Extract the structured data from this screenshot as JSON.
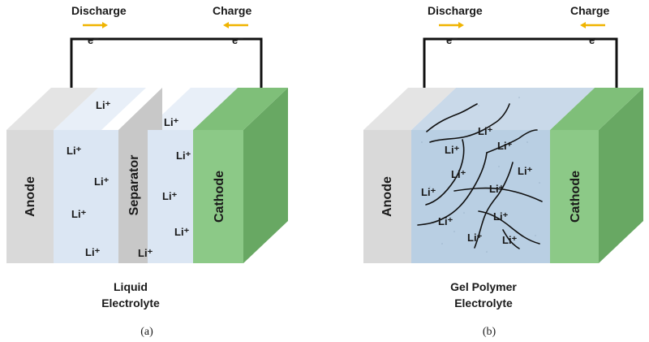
{
  "panel_a": {
    "discharge_label": "Discharge",
    "charge_label": "Charge",
    "electron_left": "e⁻",
    "electron_right": "e⁻",
    "anode_label": "Anode",
    "separator_label": "Separator",
    "cathode_label": "Cathode",
    "ion_label": "Li⁺",
    "electrolyte_line1": "Liquid",
    "electrolyte_line2": "Electrolyte",
    "caption": "(a)"
  },
  "panel_b": {
    "discharge_label": "Discharge",
    "charge_label": "Charge",
    "electron_left": "e⁻",
    "electron_right": "e⁻",
    "anode_label": "Anode",
    "cathode_label": "Cathode",
    "ion_label": "Li⁺",
    "electrolyte_line1": "Gel Polymer",
    "electrolyte_line2": "Electrolyte",
    "caption": "(b)"
  },
  "colors": {
    "anode": "#d9d9d9",
    "separator": "#c8c8c8",
    "cathode": "#8cc987",
    "liquid_electrolyte": "#dbe6f3",
    "gel_electrolyte": "#b9cfe3",
    "arrow": "#f0b400",
    "wire": "#111111"
  }
}
